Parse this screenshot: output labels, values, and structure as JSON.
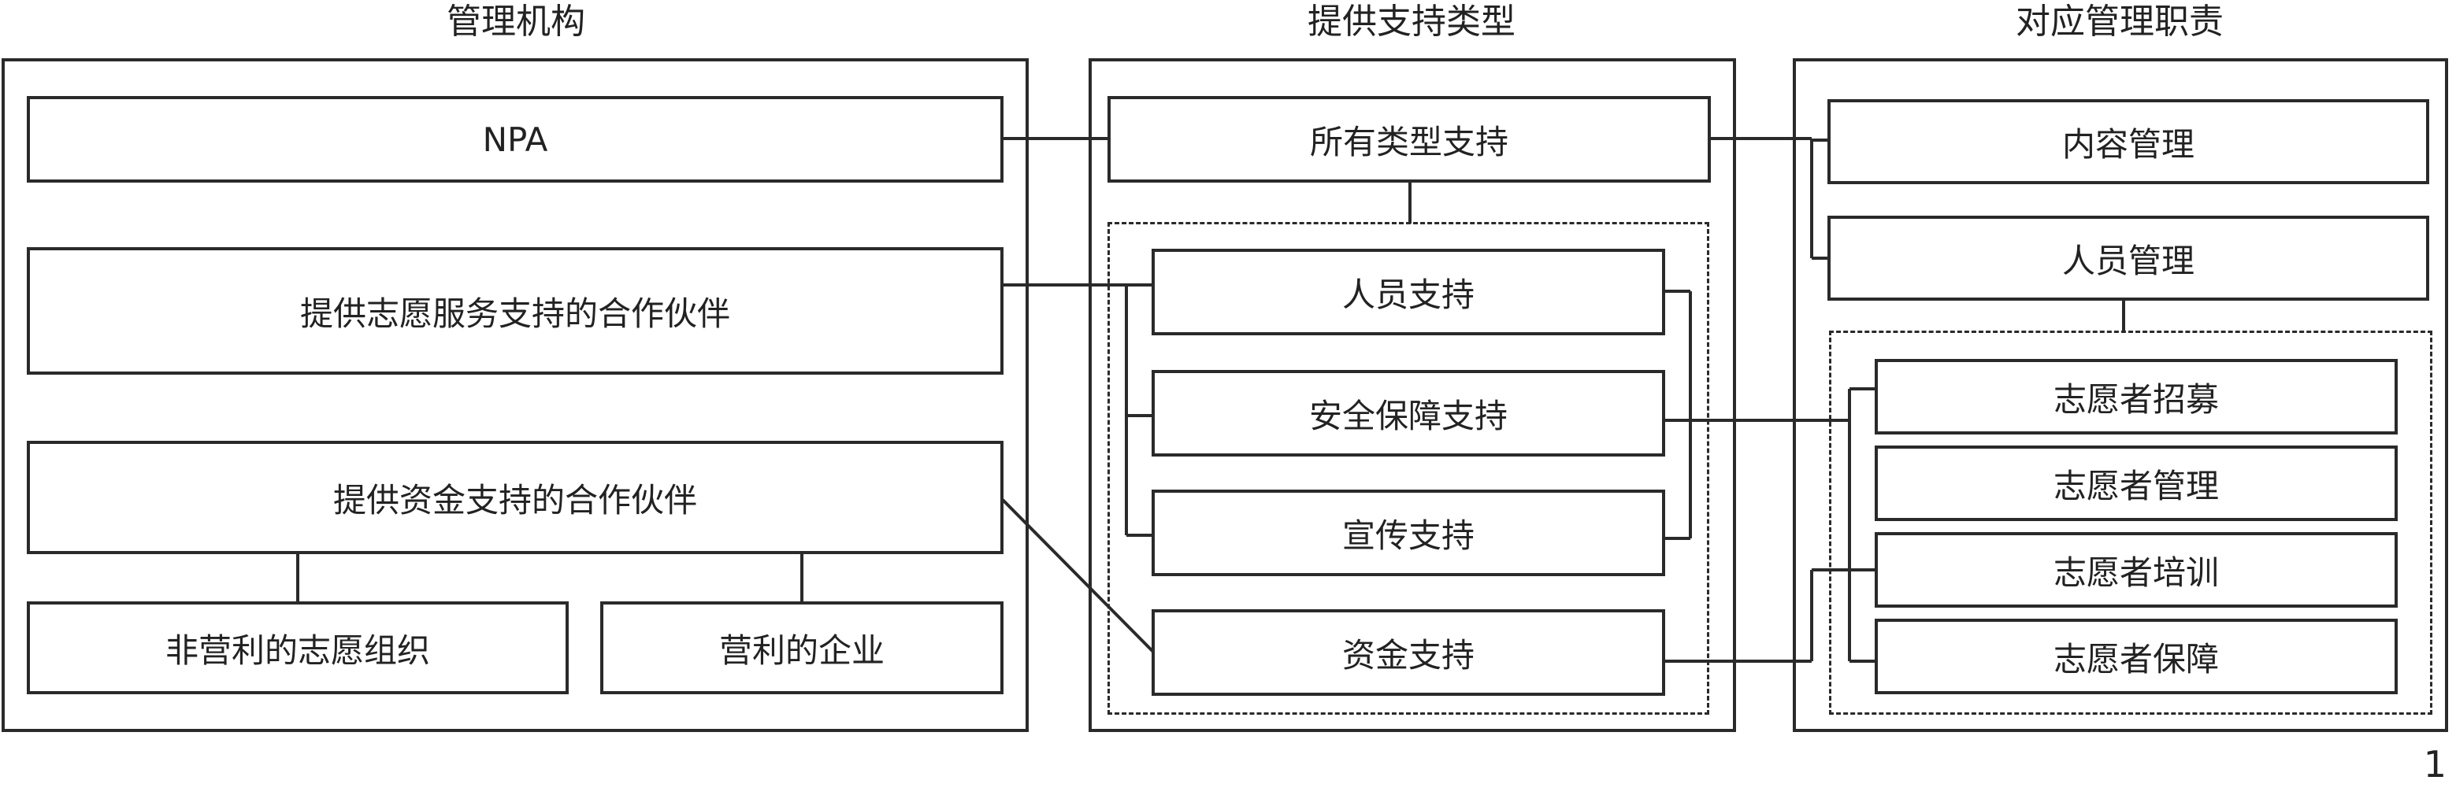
{
  "columns": {
    "management": {
      "title": "管理机构"
    },
    "support_types": {
      "title": "提供支持类型"
    },
    "duties": {
      "title": "对应管理职责"
    }
  },
  "management_nodes": {
    "npa": "NPA",
    "volunteer_partner": "提供志愿服务支持的合作伙伴",
    "funding_partner": "提供资金支持的合作伙伴",
    "nonprofit_org": "非营利的志愿组织",
    "forprofit_org": "营利的企业"
  },
  "support_nodes": {
    "all_types": "所有类型支持",
    "personnel": "人员支持",
    "safety": "安全保障支持",
    "publicity": "宣传支持",
    "funding": "资金支持"
  },
  "duty_nodes": {
    "content_mgmt": "内容管理",
    "personnel_mgmt": "人员管理",
    "volunteer_recruit": "志愿者招募",
    "volunteer_mgmt": "志愿者管理",
    "volunteer_training": "志愿者培训",
    "volunteer_security": "志愿者保障"
  },
  "page_number": "1"
}
